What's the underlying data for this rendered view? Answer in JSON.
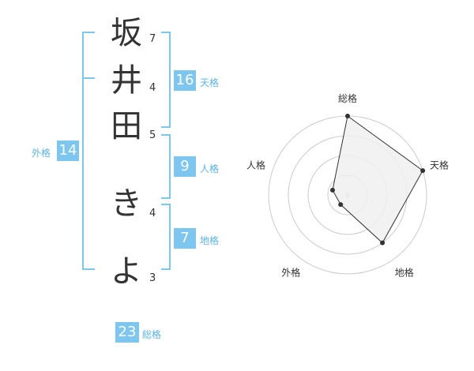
{
  "name": {
    "chars": [
      {
        "char": "坂",
        "strokes": "7"
      },
      {
        "char": "井",
        "strokes": "4"
      },
      {
        "char": "田",
        "strokes": "5"
      },
      {
        "char": "き",
        "strokes": "4"
      },
      {
        "char": "よ",
        "strokes": "3"
      }
    ]
  },
  "fortune": {
    "tenkaku": {
      "value": "16",
      "label": "天格"
    },
    "jinkaku": {
      "value": "9",
      "label": "人格"
    },
    "chikaku": {
      "value": "7",
      "label": "地格"
    },
    "gaikaku": {
      "value": "14",
      "label": "外格"
    },
    "soukaku": {
      "value": "23",
      "label": "総格"
    }
  },
  "chart_data": {
    "type": "radar",
    "axes": [
      "総格",
      "天格",
      "地格",
      "外格",
      "人格"
    ],
    "values": [
      1.0,
      1.0,
      0.75,
      0.15,
      0.2
    ],
    "rings": 4,
    "range": [
      0,
      1
    ],
    "colors": {
      "fill": "#f0f0f0",
      "line": "#333333",
      "grid": "#cccccc",
      "accent": "#7cc6f0"
    }
  }
}
